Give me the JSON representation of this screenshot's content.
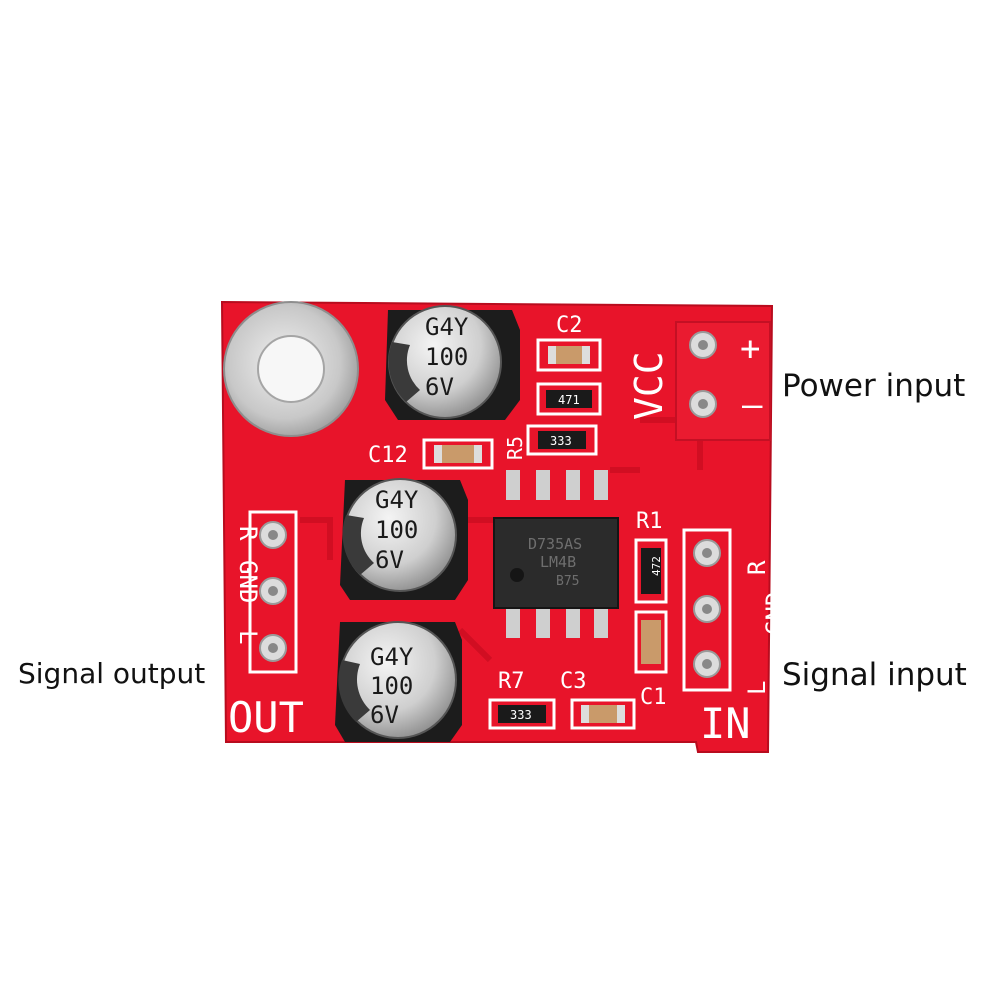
{
  "callouts": {
    "power_input": "Power input",
    "signal_output": "Signal output",
    "signal_input": "Signal input"
  },
  "board": {
    "color": "#e8142a",
    "silkscreen": {
      "vcc": "VCC",
      "plus": "+",
      "minus": "–",
      "c2": "C2",
      "c12": "C12",
      "r5": "R5",
      "r1": "R1",
      "r7": "R7",
      "c3": "C3",
      "c1": "C1",
      "out_r": "R",
      "out_gnd": "GND",
      "out_l": "L",
      "out": "OUT",
      "in_r": "R",
      "in_gnd": "GND",
      "in_l": "L",
      "in": "IN"
    },
    "capacitors": [
      {
        "line1": "G4Y",
        "line2": "100",
        "line3": "6V"
      },
      {
        "line1": "G4Y",
        "line2": "100",
        "line3": "6V"
      },
      {
        "line1": "G4Y",
        "line2": "100",
        "line3": "6V"
      }
    ],
    "resistor_codes": {
      "r_top": "471",
      "r5": "333",
      "r1": "472",
      "r7": "333"
    },
    "chip": {
      "line1": "D735AS",
      "line2": "LM4B",
      "line3": "B75"
    }
  }
}
